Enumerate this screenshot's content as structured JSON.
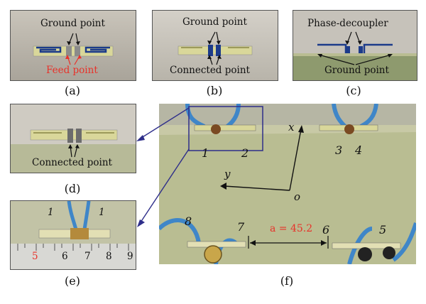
{
  "panels": {
    "a": {
      "label": "(a)",
      "top_annotation": "Ground point",
      "bottom_annotation": "Feed point"
    },
    "b": {
      "label": "(b)",
      "top_annotation": "Ground point",
      "bottom_annotation": "Connected point"
    },
    "c": {
      "label": "(c)",
      "top_annotation": "Phase-decoupler",
      "bottom_annotation": "Ground point"
    },
    "d": {
      "label": "(d)",
      "bottom_annotation": "Connected point"
    },
    "e": {
      "label": "(e)",
      "ruler_numbers": [
        "5",
        "6",
        "7",
        "8",
        "9"
      ],
      "handwritten": [
        "1",
        "1"
      ]
    },
    "f": {
      "label": "(f)",
      "axis_x": "x",
      "axis_y": "y",
      "origin": "o",
      "distance_label": "a = 45.2",
      "port_numbers": [
        "1",
        "2",
        "3",
        "4",
        "5",
        "6",
        "7",
        "8"
      ]
    }
  },
  "colors": {
    "annotation_red": "#e8322a",
    "arrow_blue": "#2e2e8a",
    "board_green": "#b9bd92",
    "cable_blue": "#3f86c8"
  }
}
